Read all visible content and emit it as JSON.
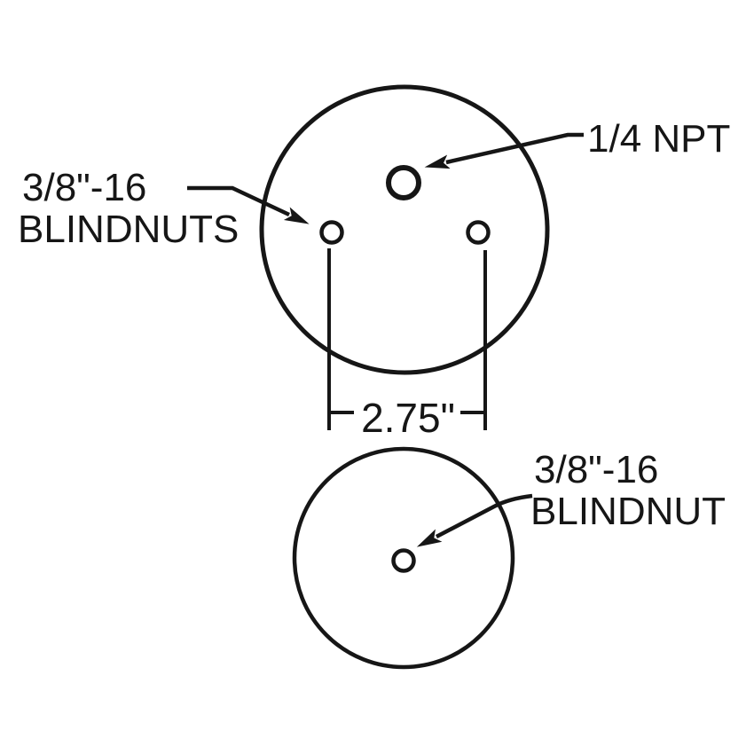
{
  "page": {
    "background_color": "#ffffff",
    "ink_color": "#161616"
  },
  "drawing": {
    "description": "Two-view technical drawing of round mounting plates with bolt holes and air fitting port",
    "top_view": {
      "blindnuts_label_line1": "3/8\"-16",
      "blindnuts_label_line2": "BLINDNUTS",
      "npt_label": "1/4 NPT",
      "bolt_spacing_dimension": "2.75\""
    },
    "bottom_view": {
      "blindnut_label_line1": "3/8\"-16",
      "blindnut_label_line2": "BLINDNUT"
    }
  }
}
